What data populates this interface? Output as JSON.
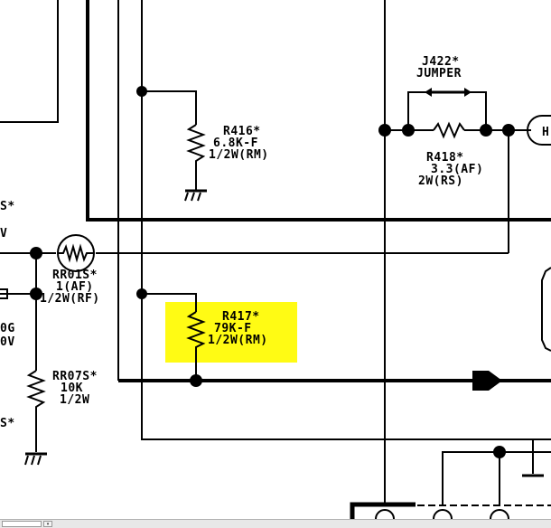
{
  "diagram": {
    "components": {
      "r416": {
        "ref": "R416*",
        "value": "6.8K-F",
        "rating": "1/2W(RM)"
      },
      "r417": {
        "ref": "R417*",
        "value": "79K-F",
        "rating": "1/2W(RM)"
      },
      "r418": {
        "ref": "R418*",
        "value": "3.3(AF)",
        "rating": "2W(RS)"
      },
      "j422": {
        "ref": "J422*",
        "value": "JUMPER"
      },
      "rr01s": {
        "ref": "RR01S*",
        "value": "1(AF)",
        "rating": "1/2W(RF)"
      },
      "rr07s": {
        "ref": "RR07S*",
        "value": "10K",
        "rating": "1/2W"
      },
      "left_partial": {
        "a": "S*",
        "b": "V",
        "c": "0G",
        "d": "0V",
        "e": "S*"
      },
      "right_partial": {
        "a": "H"
      }
    },
    "highlight_color": "#fffb14"
  },
  "statusbar": {
    "zoom_placeholder": "",
    "dropdown_glyph": "▾"
  }
}
